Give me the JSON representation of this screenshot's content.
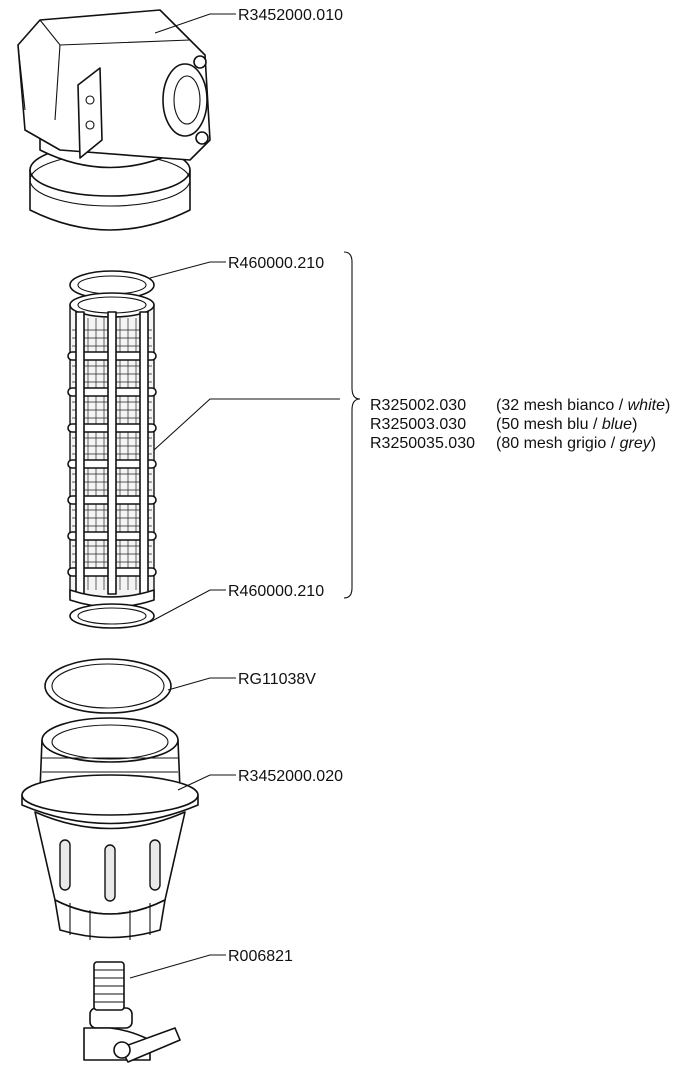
{
  "labels": {
    "head": "R3452000.010",
    "seal_top": "R460000.210",
    "seal_bottom": "R460000.210",
    "oring": "RG11038V",
    "bowl": "R3452000.020",
    "drain_valve": "R006821"
  },
  "screens": [
    {
      "code": "R325002.030",
      "open": "(32 mesh bianco / ",
      "color_en": "white",
      "close": ")"
    },
    {
      "code": "R325003.030",
      "open": "(50 mesh blu / ",
      "color_en": "blue",
      "close": ")"
    },
    {
      "code": "R3250035.030",
      "open": "(80 mesh grigio / ",
      "color_en": "grey",
      "close": ")"
    }
  ]
}
